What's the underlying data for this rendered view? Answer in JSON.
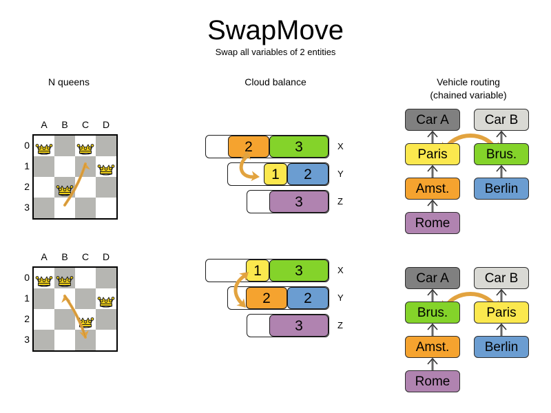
{
  "header": {
    "title": "SwapMove",
    "subtitle": "Swap all variables of 2 entities"
  },
  "sections": {
    "nqueens": {
      "heading": "N queens"
    },
    "cloud": {
      "heading": "Cloud balance"
    },
    "vrp": {
      "heading_line1": "Vehicle routing",
      "heading_line2": "(chained variable)"
    }
  },
  "colors": {
    "orange": "#f5a32f",
    "green": "#84d32a",
    "yellow": "#fbe84e",
    "blue": "#6b9dd1",
    "purple": "#b083b0",
    "gray_dark": "#808080",
    "gray_light": "#d9d9d4",
    "arrow": "#e2a33f",
    "board_dark": "#b6b6b2",
    "board_light": "#ffffff",
    "queen": "#f5d418"
  },
  "nqueens": {
    "column_labels": [
      "A",
      "B",
      "C",
      "D"
    ],
    "row_labels": [
      "0",
      "1",
      "2",
      "3"
    ],
    "before": {
      "queens": [
        {
          "col": "A",
          "row": "0"
        },
        {
          "col": "C",
          "row": "0"
        },
        {
          "col": "D",
          "row": "1"
        },
        {
          "col": "B",
          "row": "2"
        }
      ],
      "swap_from": {
        "col": "C",
        "row": "0"
      },
      "swap_to": {
        "col": "B",
        "row": "2"
      }
    },
    "after": {
      "queens": [
        {
          "col": "A",
          "row": "0"
        },
        {
          "col": "B",
          "row": "0"
        },
        {
          "col": "D",
          "row": "1"
        },
        {
          "col": "C",
          "row": "2"
        }
      ],
      "swap_from": {
        "col": "B",
        "row": "0"
      },
      "swap_to": {
        "col": "C",
        "row": "2"
      }
    }
  },
  "cloud_balance": {
    "before": {
      "rows": [
        {
          "label": "X",
          "processes": [
            {
              "value": "2",
              "color": "orange"
            },
            {
              "value": "3",
              "color": "green"
            }
          ]
        },
        {
          "label": "Y",
          "processes": [
            {
              "value": "1",
              "color": "yellow"
            },
            {
              "value": "2",
              "color": "blue"
            }
          ]
        },
        {
          "label": "Z",
          "processes": [
            {
              "value": "3",
              "color": "purple"
            }
          ]
        }
      ]
    },
    "after": {
      "rows": [
        {
          "label": "X",
          "processes": [
            {
              "value": "1",
              "color": "yellow"
            },
            {
              "value": "3",
              "color": "green"
            }
          ]
        },
        {
          "label": "Y",
          "processes": [
            {
              "value": "2",
              "color": "orange"
            },
            {
              "value": "2",
              "color": "blue"
            }
          ]
        },
        {
          "label": "Z",
          "processes": [
            {
              "value": "3",
              "color": "purple"
            }
          ]
        }
      ]
    }
  },
  "vehicle_routing": {
    "before": {
      "vehicles": [
        {
          "name": "Car A",
          "color": "gray_dark",
          "chain": [
            {
              "name": "Paris",
              "color": "yellow"
            },
            {
              "name": "Amst.",
              "color": "orange"
            },
            {
              "name": "Rome",
              "color": "purple"
            }
          ]
        },
        {
          "name": "Car B",
          "color": "gray_light",
          "chain": [
            {
              "name": "Brus.",
              "color": "green"
            },
            {
              "name": "Berlin",
              "color": "blue"
            }
          ]
        }
      ]
    },
    "after": {
      "vehicles": [
        {
          "name": "Car A",
          "color": "gray_dark",
          "chain": [
            {
              "name": "Brus.",
              "color": "green"
            },
            {
              "name": "Amst.",
              "color": "orange"
            },
            {
              "name": "Rome",
              "color": "purple"
            }
          ]
        },
        {
          "name": "Car B",
          "color": "gray_light",
          "chain": [
            {
              "name": "Paris",
              "color": "yellow"
            },
            {
              "name": "Berlin",
              "color": "blue"
            }
          ]
        }
      ]
    }
  }
}
